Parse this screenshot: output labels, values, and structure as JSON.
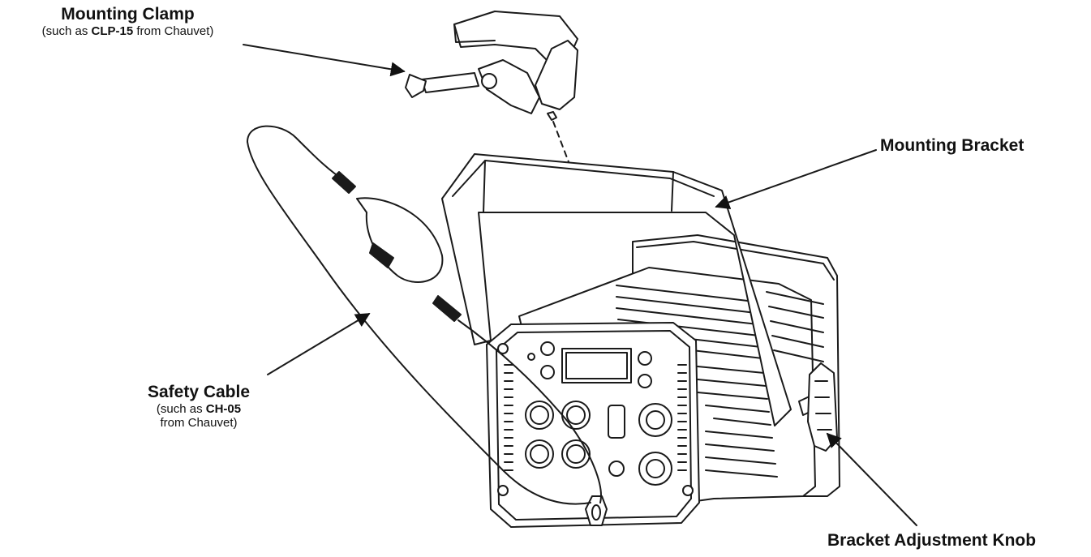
{
  "labels": {
    "mounting_clamp": {
      "title": "Mounting Clamp",
      "sub_prefix": "(such as ",
      "sub_bold": "CLP-15",
      "sub_suffix": " from Chauvet)"
    },
    "mounting_bracket": {
      "title": "Mounting Bracket"
    },
    "safety_cable": {
      "title": "Safety Cable",
      "sub_prefix": "(such as ",
      "sub_bold": "CH-05",
      "sub_line2": "from Chauvet)"
    },
    "bracket_knob": {
      "title": "Bracket Adjustment Knob"
    }
  },
  "colors": {
    "line": "#1a1a1a",
    "fill_light": "#ffffff",
    "fill_shade": "#d9d9d9",
    "fill_dark": "#6e6e6e"
  }
}
